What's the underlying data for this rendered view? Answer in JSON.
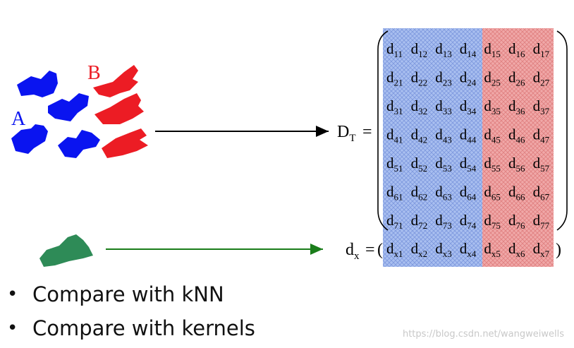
{
  "labels": {
    "class_a": "A",
    "class_b": "B",
    "dt_main": "D",
    "dt_sub": "T",
    "dx_main": "d",
    "dx_sub": "x",
    "equals": "=",
    "left_paren": "(",
    "right_paren": ")"
  },
  "colors": {
    "class_a": "#0a14f0",
    "class_b": "#ec1c24",
    "query": "#2e8b57",
    "matrix_blue": "#9bb3ea",
    "matrix_red": "#ec9a9a",
    "green_arrow": "#1a7d1a"
  },
  "matrix": {
    "rows": [
      [
        "11",
        "12",
        "13",
        "14",
        "15",
        "16",
        "17"
      ],
      [
        "21",
        "22",
        "23",
        "24",
        "25",
        "26",
        "27"
      ],
      [
        "31",
        "32",
        "33",
        "34",
        "35",
        "36",
        "37"
      ],
      [
        "41",
        "42",
        "43",
        "44",
        "45",
        "46",
        "47"
      ],
      [
        "51",
        "52",
        "53",
        "54",
        "55",
        "56",
        "57"
      ],
      [
        "61",
        "62",
        "63",
        "64",
        "65",
        "66",
        "67"
      ],
      [
        "71",
        "72",
        "73",
        "74",
        "75",
        "76",
        "77"
      ]
    ],
    "vector": [
      "x1",
      "x2",
      "x3",
      "x4",
      "x5",
      "x6",
      "x7"
    ],
    "cell_letter": "d"
  },
  "bullets": [
    "Compare with kNN",
    "Compare with kernels"
  ],
  "watermark": "https://blog.csdn.net/wangweiwells"
}
